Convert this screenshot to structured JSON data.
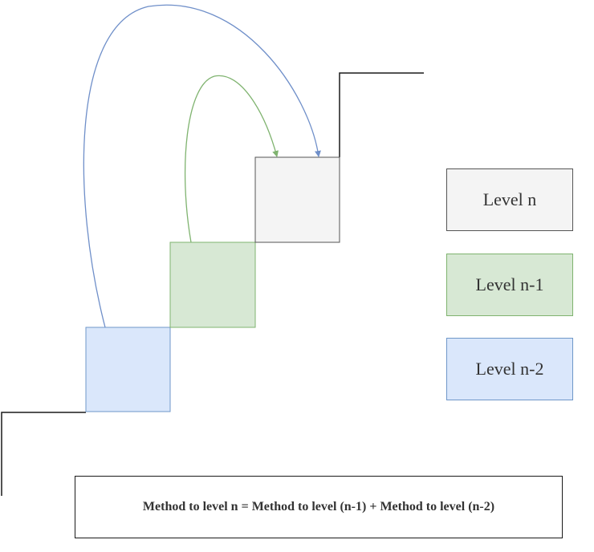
{
  "colors": {
    "level_n_fill": "#f4f4f4",
    "level_n_border": "#555555",
    "level_n1_fill": "#d7e8d4",
    "level_n1_border": "#7fb36f",
    "level_n2_fill": "#dae7fb",
    "level_n2_border": "#6f97c9",
    "arrow_green": "#7fb36f",
    "arrow_blue": "#6f8fc9",
    "stair_line": "#1a1a1a"
  },
  "legend": {
    "level_n": "Level n",
    "level_n1": "Level n-1",
    "level_n2": "Level n-2"
  },
  "formula": "Method to level n = Method to level (n-1) + Method to level (n-2)"
}
